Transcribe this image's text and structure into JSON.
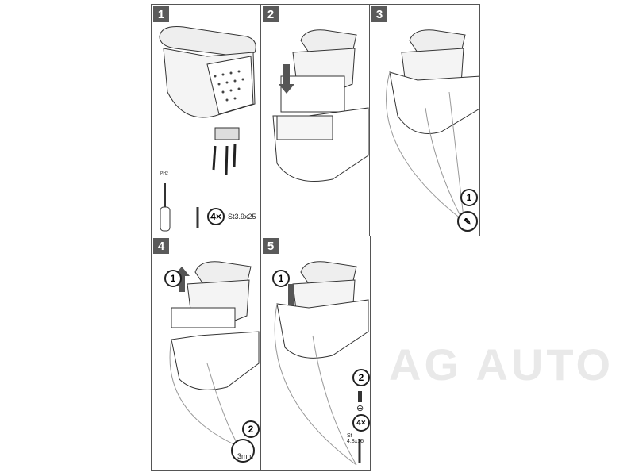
{
  "steps": [
    {
      "number": "1",
      "tool_label": "PH2",
      "quantity": "4×",
      "screw_spec": "St3.9x25"
    },
    {
      "number": "2"
    },
    {
      "number": "3",
      "sub_step": "1"
    },
    {
      "number": "4",
      "sub_step_1": "1",
      "sub_step_2": "2",
      "tool_size": "3mm"
    },
    {
      "number": "5",
      "sub_step_1": "1",
      "sub_step_2": "2",
      "quantity": "4×",
      "screw_spec": "St 4.8x16"
    }
  ],
  "watermark": "AG AUTO"
}
